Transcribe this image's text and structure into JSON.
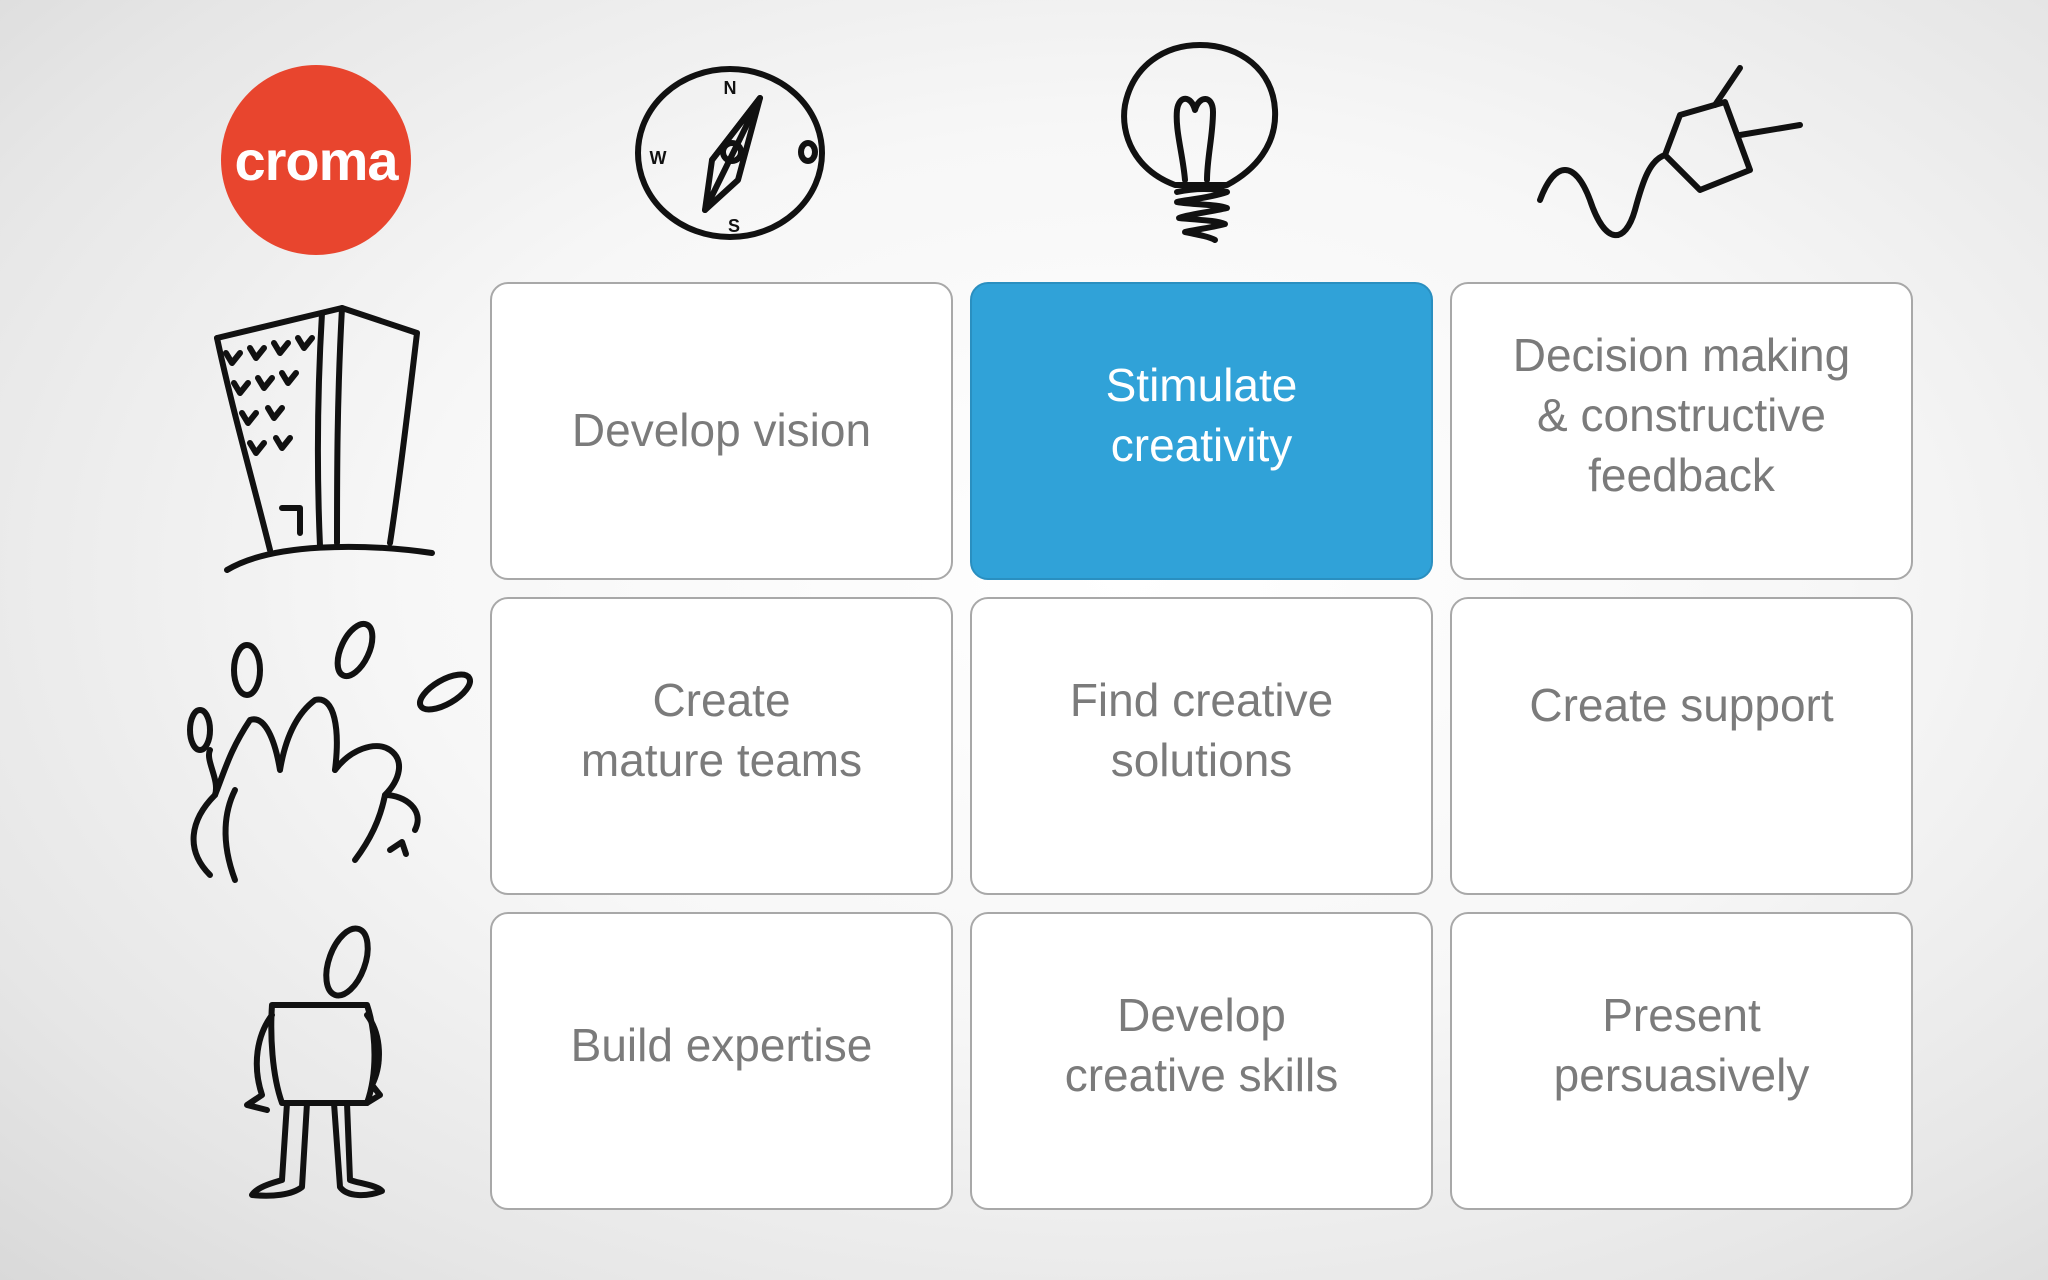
{
  "logo": {
    "text": "croma",
    "color": "#e8452e"
  },
  "icons": {
    "compass": {
      "name": "compass-icon",
      "labels": {
        "north": "N",
        "west": "W",
        "south": "S"
      }
    },
    "lightbulb": {
      "name": "lightbulb-icon"
    },
    "plug": {
      "name": "plug-icon"
    },
    "building": {
      "name": "building-icon"
    },
    "group": {
      "name": "group-icon"
    },
    "person": {
      "name": "person-icon"
    }
  },
  "highlight_color": "#30a2d8",
  "grid": {
    "cells": [
      {
        "id": "develop-vision",
        "text": "Develop vision",
        "highlighted": false
      },
      {
        "id": "stimulate-creativity",
        "text": "Stimulate\ncreativity",
        "highlighted": true
      },
      {
        "id": "decision-making",
        "text": "Decision making\n& constructive\nfeedback",
        "highlighted": false
      },
      {
        "id": "create-mature-teams",
        "text": "Create\nmature teams",
        "highlighted": false
      },
      {
        "id": "find-creative-solutions",
        "text": "Find creative\nsolutions",
        "highlighted": false
      },
      {
        "id": "create-support",
        "text": "Create support",
        "highlighted": false
      },
      {
        "id": "build-expertise",
        "text": "Build expertise",
        "highlighted": false
      },
      {
        "id": "develop-creative-skills",
        "text": "Develop\ncreative skills",
        "highlighted": false
      },
      {
        "id": "present-persuasively",
        "text": "Present\npersuasively",
        "highlighted": false
      }
    ]
  }
}
